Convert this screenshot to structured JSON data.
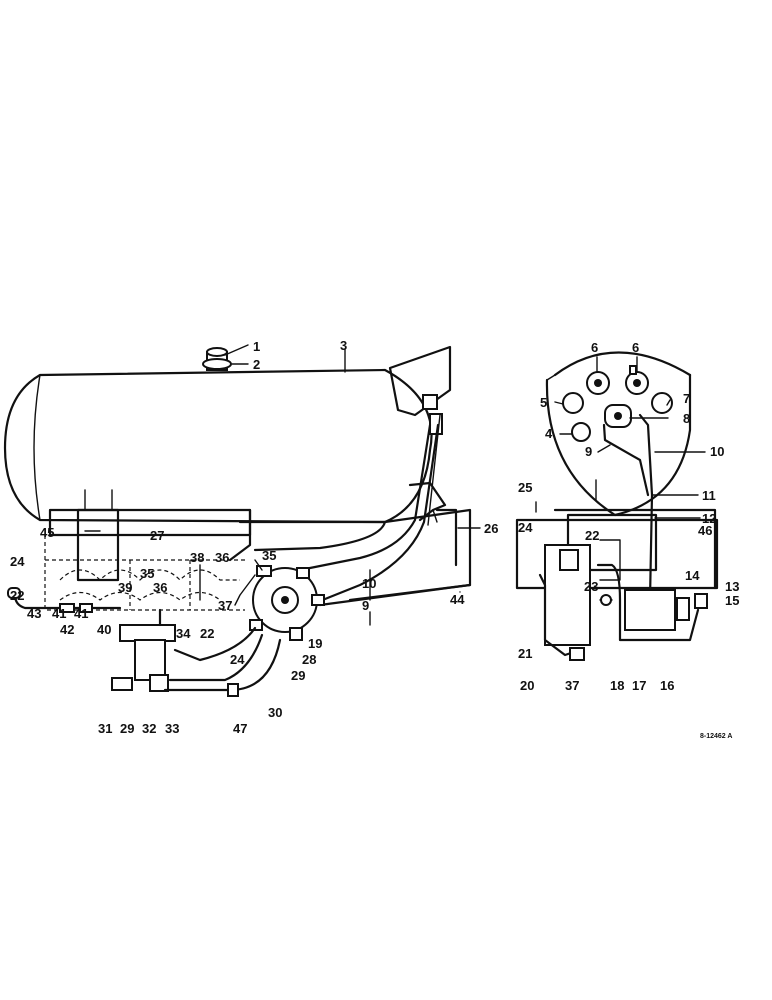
{
  "figure_code": "8-12462 A",
  "callouts": {
    "c1": "1",
    "c2": "2",
    "c3": "3",
    "c4": "4",
    "c5": "5",
    "c6a": "6",
    "c6b": "6",
    "c7": "7",
    "c8": "8",
    "c9a": "9",
    "c9b": "9",
    "c10a": "10",
    "c10b": "10",
    "c11": "11",
    "c12": "12",
    "c13": "13",
    "c14": "14",
    "c15": "15",
    "c16": "16",
    "c17": "17",
    "c18": "18",
    "c19": "19",
    "c20": "20",
    "c21": "21",
    "c22a": "22",
    "c22b": "22",
    "c22c": "22",
    "c23": "23",
    "c24a": "24",
    "c24b": "24",
    "c24c": "24",
    "c25": "25",
    "c26": "26",
    "c27": "27",
    "c28": "28",
    "c29a": "29",
    "c29b": "29",
    "c30": "30",
    "c31": "31",
    "c32": "32",
    "c33": "33",
    "c34": "34",
    "c35a": "35",
    "c35b": "35",
    "c36a": "36",
    "c36b": "36",
    "c37a": "37",
    "c37b": "37",
    "c38": "38",
    "c39": "39",
    "c40": "40",
    "c41a": "41",
    "c41b": "41",
    "c42": "42",
    "c43": "43",
    "c44": "44",
    "c45": "45",
    "c46": "46",
    "c47": "47"
  }
}
